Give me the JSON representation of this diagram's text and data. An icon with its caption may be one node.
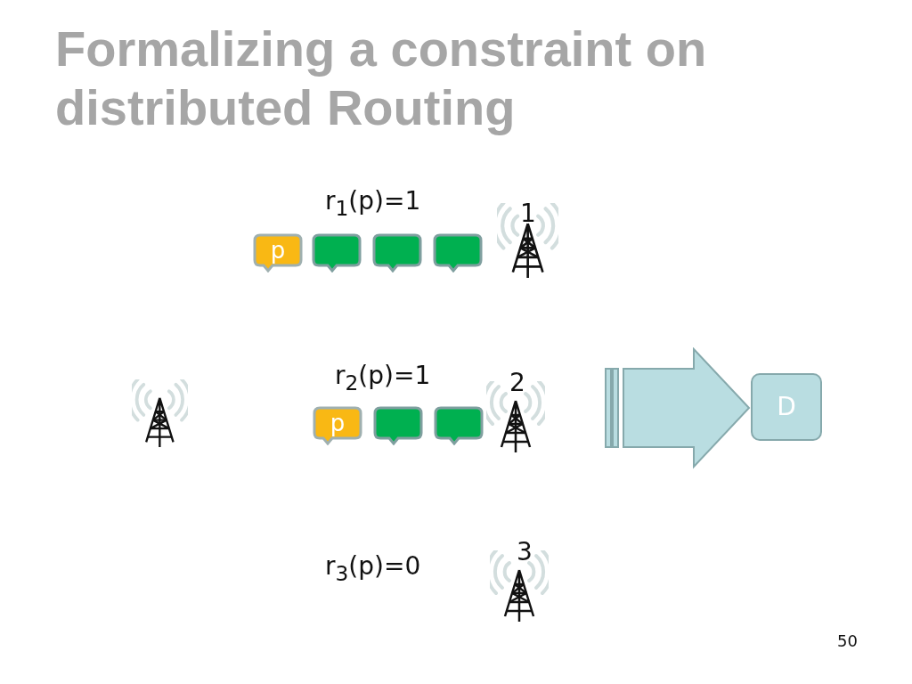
{
  "diagram": {
    "title": "Formalizing a constraint on distributed Routing",
    "nodes": [
      {
        "text": [
          "p"
        ]
      },
      {
        "text": [],
        "shape": "box"
      },
      {
        "text": [],
        "shape": "box"
      },
      {
        "text": [],
        "shape": "box"
      },
      {
        "text": [
          "p"
        ]
      },
      {
        "text": [],
        "shape": "box"
      },
      {
        "text": [],
        "shape": "box"
      },
      {
        "text": [
          "D"
        ]
      }
    ],
    "edges": [
      {
        "from": null,
        "to": 7,
        "arrow": "to"
      }
    ],
    "labels": [
      "r$_{1}$(p)=1",
      "1",
      "r$_{2}$(p)=1",
      "2",
      "3",
      "r$_{3}$(p)=0",
      "50"
    ]
  }
}
